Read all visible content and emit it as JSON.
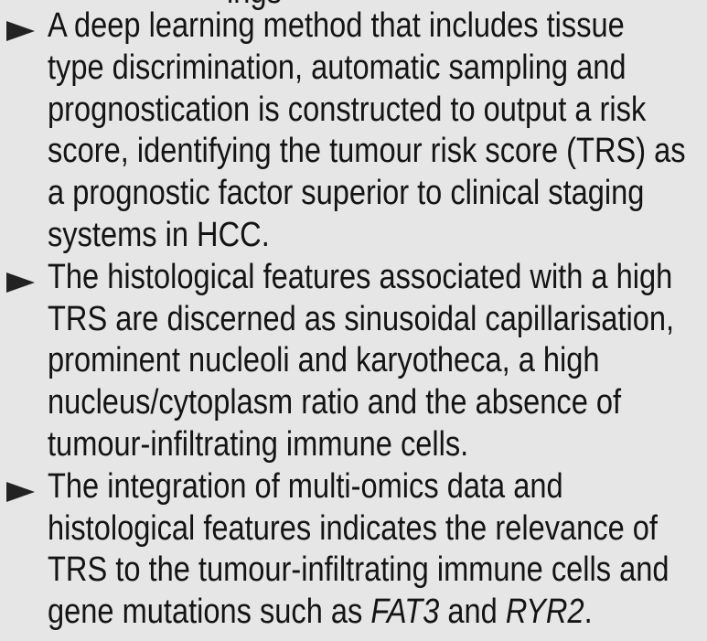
{
  "heading": {
    "fragment": "ings"
  },
  "bullets": [
    {
      "lines": [
        "A deep learning method that includes tissue",
        "type discrimination, automatic sampling and",
        "prognostication is constructed to output a risk",
        "score, identifying the tumour risk score (TRS) as",
        "a prognostic factor superior to clinical staging",
        "systems in HCC."
      ]
    },
    {
      "lines": [
        "The histological features associated with a high",
        "TRS are discerned as sinusoidal capillarisation,",
        "prominent nucleoli and karyotheca, a high",
        "nucleus/cytoplasm ratio and the absence of",
        "tumour-infiltrating immune cells."
      ]
    },
    {
      "lines": [
        "The integration of multi-omics data and",
        "histological features indicates the relevance of",
        "TRS to the tumour-infiltrating immune cells and"
      ],
      "last_line": {
        "prefix": "gene mutations such as ",
        "gene1": "FAT3",
        "middle": " and ",
        "gene2": "RYR2",
        "suffix": "."
      }
    }
  ]
}
